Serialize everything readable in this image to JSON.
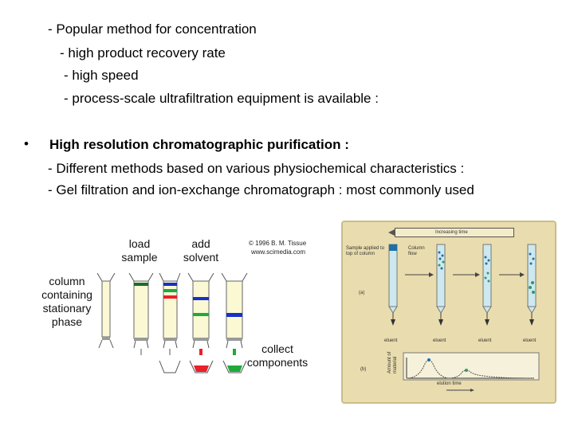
{
  "text": {
    "line1": "- Popular method for concentration",
    "line2": "- high product recovery rate",
    "line3": "- high speed",
    "line4": "- process-scale ultrafiltration equipment is available :",
    "bullet": "•",
    "line5": "High resolution chromatographic purification :",
    "line6": "- Different methods based on various physiochemical characteristics :",
    "line7": "- Gel filtration and ion-exchange chromatograph : most commonly used"
  },
  "figure_left": {
    "load_sample": [
      "load",
      "sample"
    ],
    "add_solvent": [
      "add",
      "solvent"
    ],
    "column_label": [
      "column",
      "containing",
      "stationary",
      "phase"
    ],
    "collect_label": [
      "collect",
      "components"
    ],
    "copyright": "© 1996 B. M. Tissue",
    "website": "www.scimedia.com",
    "colors": {
      "stationary": "#fbf8d4",
      "green": "#1faa3a",
      "red": "#e8212a",
      "blue": "#1630c8",
      "gray": "#999999"
    }
  },
  "figure_right": {
    "increasing_time": "Increasing time",
    "sample_applied": "Sample applied to top of column",
    "column_flow": "Column flow",
    "panel_a": "(a)",
    "panel_b": "(b)",
    "eluent": "eluent",
    "amount_axis": "Amount of material",
    "elution_time": "elution time",
    "colors": {
      "background": "#e9dcae",
      "column": "#cde8ee",
      "blue_dots": "#1c6fa8",
      "green_dots": "#2c9b6a"
    }
  }
}
